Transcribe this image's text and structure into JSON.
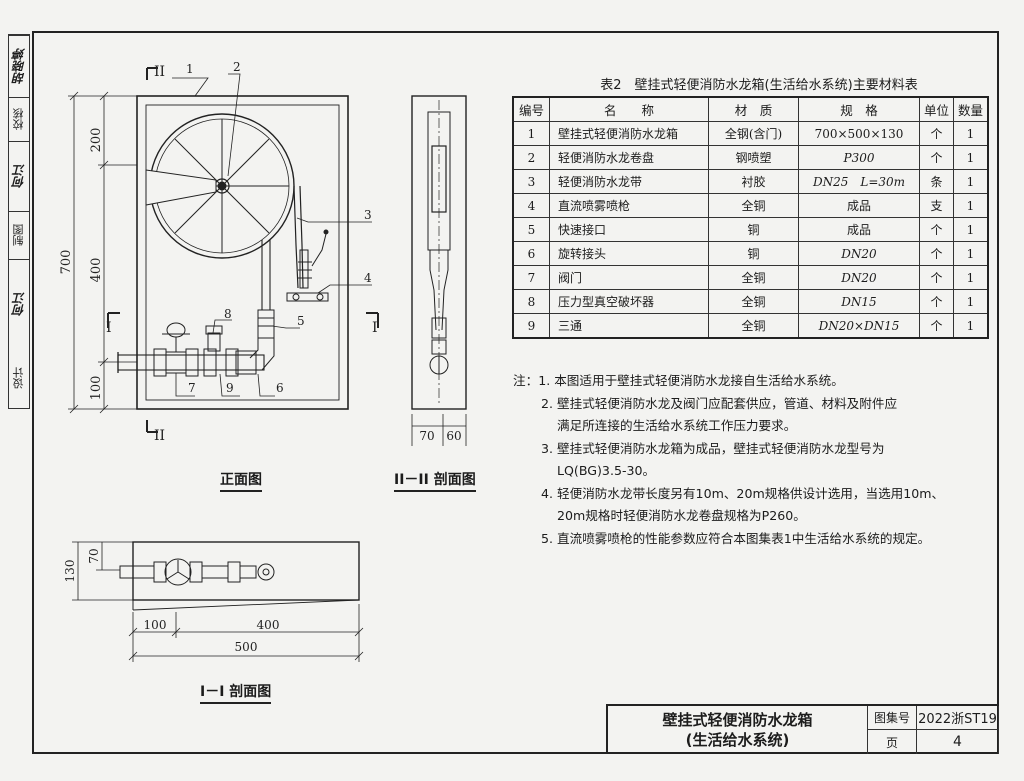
{
  "sidebar": {
    "cells": [
      {
        "label": "胡晓婷",
        "signature": true
      },
      {
        "label": "校核",
        "signature": false
      },
      {
        "label": "何江",
        "signature": true
      },
      {
        "label": "制图",
        "signature": false
      },
      {
        "label": "何江",
        "signature": true
      },
      {
        "label": "设计",
        "signature": false
      }
    ]
  },
  "front_view": {
    "title": "正面图",
    "section_marks": {
      "top": "II",
      "bottom": "II",
      "left": "I",
      "right": "I"
    },
    "dims_vertical": {
      "total": "700",
      "top": "200",
      "middle": "400",
      "bottom": "100"
    },
    "callouts": [
      "1",
      "2",
      "3",
      "4",
      "5",
      "6",
      "7",
      "8",
      "9"
    ]
  },
  "side_view": {
    "title": "II－II 剖面图",
    "dims": [
      "70",
      "60"
    ]
  },
  "plan_view": {
    "title": "I－I 剖面图",
    "dims_vertical": {
      "total": "130",
      "part": "70"
    },
    "dims_horizontal": {
      "left": "100",
      "right": "400",
      "total": "500"
    }
  },
  "materials": {
    "title": "表2　壁挂式轻便消防水龙箱(生活给水系统)主要材料表",
    "headers": [
      "编号",
      "名　　称",
      "材　质",
      "规　格",
      "单位",
      "数量"
    ],
    "rows": [
      [
        "1",
        "壁挂式轻便消防水龙箱",
        "全钢(含门)",
        "700×500×130",
        "个",
        "1"
      ],
      [
        "2",
        "轻便消防水龙卷盘",
        "钢喷塑",
        "P300",
        "个",
        "1"
      ],
      [
        "3",
        "轻便消防水龙带",
        "衬胶",
        "DN25　L=30m",
        "条",
        "1"
      ],
      [
        "4",
        "直流喷雾喷枪",
        "全铜",
        "成品",
        "支",
        "1"
      ],
      [
        "5",
        "快速接口",
        "铜",
        "成品",
        "个",
        "1"
      ],
      [
        "6",
        "旋转接头",
        "铜",
        "DN20",
        "个",
        "1"
      ],
      [
        "7",
        "阀门",
        "全铜",
        "DN20",
        "个",
        "1"
      ],
      [
        "8",
        "压力型真空破坏器",
        "全铜",
        "DN15",
        "个",
        "1"
      ],
      [
        "9",
        "三通",
        "全铜",
        "DN20×DN15",
        "个",
        "1"
      ]
    ]
  },
  "notes": {
    "prefix": "注：",
    "lines": [
      {
        "text": "1. 本图适用于壁挂式轻便消防水龙接自生活给水系统。",
        "indent": 0
      },
      {
        "text": "2. 壁挂式轻便消防水龙及阀门应配套供应，管道、材料及附件应",
        "indent": 1
      },
      {
        "text": "满足所连接的生活给水系统工作压力要求。",
        "indent": 2
      },
      {
        "text": "3. 壁挂式轻便消防水龙箱为成品，壁挂式轻便消防水龙型号为",
        "indent": 1
      },
      {
        "text": "LQ(BG)3.5-30。",
        "indent": 2
      },
      {
        "text": "4. 轻便消防水龙带长度另有10m、20m规格供设计选用，当选用10m、",
        "indent": 1
      },
      {
        "text": "20m规格时轻便消防水龙卷盘规格为P260。",
        "indent": 2
      },
      {
        "text": "5. 直流喷雾喷枪的性能参数应符合本图集表1中生活给水系统的规定。",
        "indent": 1
      }
    ]
  },
  "title_block": {
    "title_line1": "壁挂式轻便消防水龙箱",
    "title_line2": "(生活给水系统)",
    "atlas_label": "图集号",
    "atlas_value": "2022浙ST19",
    "page_label": "页",
    "page_value": "4"
  }
}
